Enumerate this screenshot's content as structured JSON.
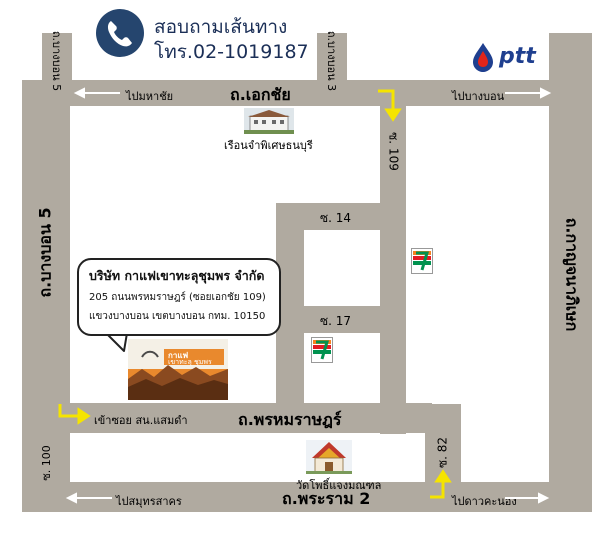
{
  "header": {
    "title": "สอบถามเส้นทาง",
    "phone": "โทร.02-1019187"
  },
  "brand": {
    "logo_text": "ptt",
    "color_blue": "#1f3f8f",
    "color_red": "#e1251b"
  },
  "roads": {
    "ekkachai": "ถ.เอกชัย",
    "phrom_rat": "ถ.พรหมราษฎร์",
    "rama2": "ถ.พระราม 2",
    "bangbon5_left": "ถ.บางบอน 5",
    "kanchana": "ถ.กาญจนาภิเษก",
    "bangbon5_top": "ถ.บางบอน 5",
    "bangbon3_top": "ถ.บางบอน 3",
    "soi109": "ซ. 109",
    "soi14": "ซ. 14",
    "soi17": "ซ. 17",
    "soi100": "ซ. 100",
    "soi82": "ซ. 82"
  },
  "directions": {
    "to_mahachai": "ไปมหาชัย",
    "to_bangbon": "ไปบางบอน",
    "to_samutsakhon": "ไปสมุทรสาคร",
    "to_daokhanong": "ไปดาวคะนอง",
    "enter_soi": "เข้าซอย สน.แสมดำ"
  },
  "landmarks": {
    "prison": "เรือนจำพิเศษธนบุรี",
    "temple": "วัดโพธิ์แจงมณฑล",
    "seven_eleven": "7-ELEVEn"
  },
  "company": {
    "name": "บริษัท กาแฟเขาทะลุชุมพร จำกัด",
    "address1": "205 ถนนพรหมราษฎร์ (ซอยเอกชัย 109)",
    "address2": "แขวงบางบอน เขตบางบอน กทม. 10150",
    "sign_line1": "กาแฟ",
    "sign_line2": "เขาทะลุ ชุมพร"
  },
  "colors": {
    "road": "#b0aaa0",
    "arrow_yellow": "#f5e400",
    "phone_circle": "#25456e",
    "sign_bg": "#e9892d"
  }
}
